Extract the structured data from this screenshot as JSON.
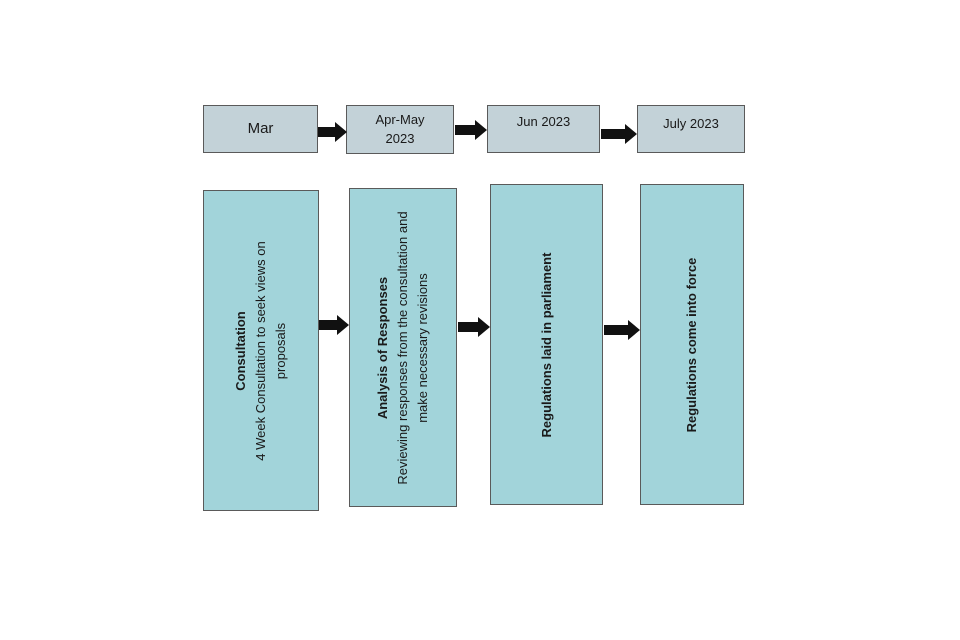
{
  "timeline": [
    {
      "label": "Mar"
    },
    {
      "label": "Apr-May 2023"
    },
    {
      "label": "Jun 2023"
    },
    {
      "label": "July 2023"
    }
  ],
  "stages": [
    {
      "title": "Consultation",
      "description": "4 Week Consultation to seek views on proposals"
    },
    {
      "title": "Analysis of Responses",
      "description": "Reviewing responses from the consultation and make necessary revisions"
    },
    {
      "title": "Regulations laid in parliament",
      "description": ""
    },
    {
      "title": "Regulations come into force",
      "description": ""
    }
  ],
  "colors": {
    "date_box_fill": "#c3d2d8",
    "stage_box_fill": "#a2d4da",
    "box_border": "#5a5a5a",
    "arrow": "#111111"
  }
}
